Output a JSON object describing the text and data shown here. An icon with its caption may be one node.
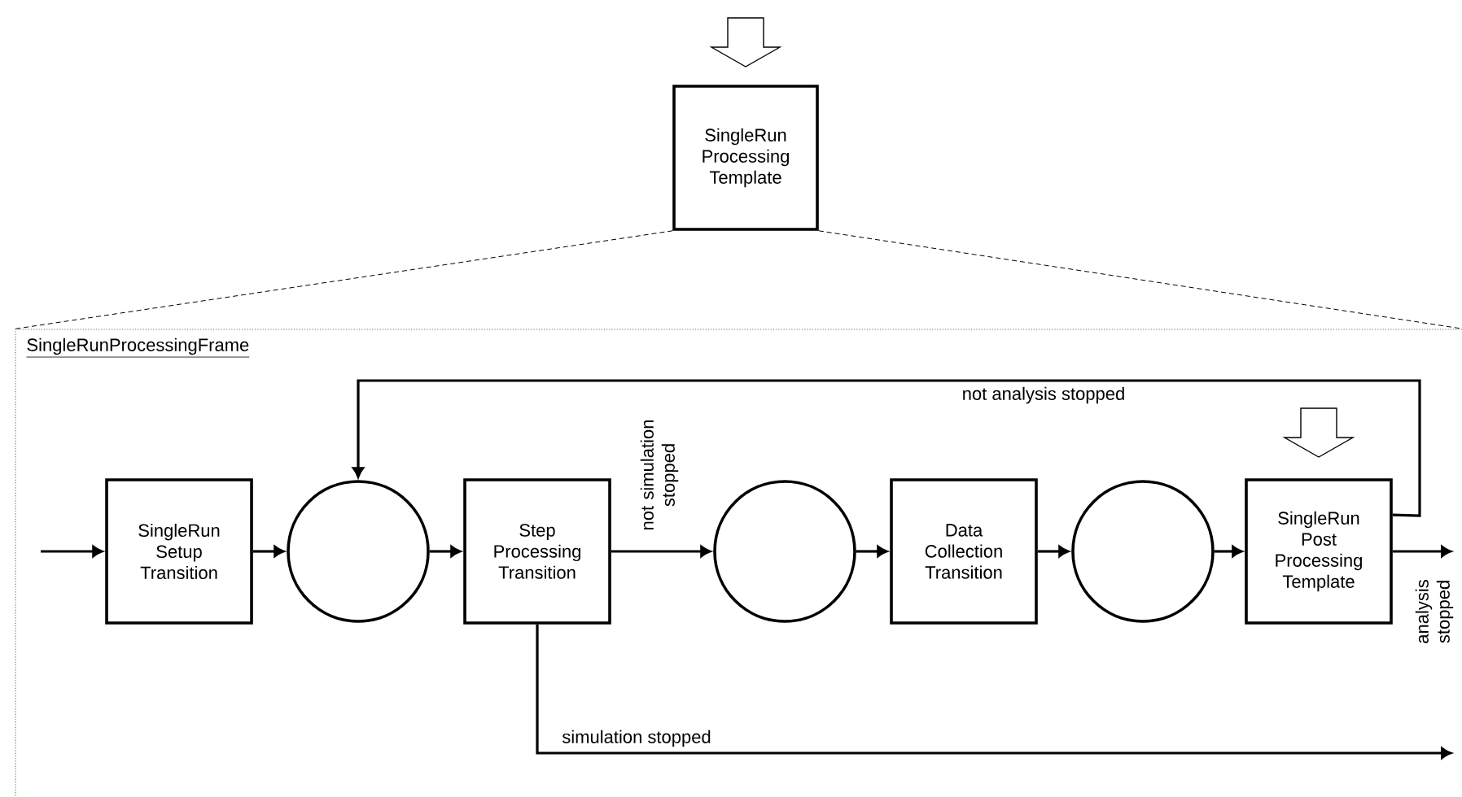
{
  "diagram": {
    "nodes": [
      {
        "text": [
          "SingleRun Processing Template"
        ]
      },
      {
        "text": [
          "SingleRunProcessingFrame"
        ]
      },
      {
        "text": [
          "SingleRun Setup Transition"
        ],
        "in": 1
      },
      {
        "text": [],
        "shape": "circle",
        "in": 1
      },
      {
        "text": [
          "Step Processing Transition"
        ],
        "in": 1
      },
      {
        "text": [],
        "shape": "circle",
        "in": 1
      },
      {
        "text": [
          "Data Collection Transition"
        ],
        "in": 1
      },
      {
        "text": [],
        "shape": "circle",
        "in": 1
      },
      {
        "text": [
          "SingleRun Post Processing Template"
        ],
        "in": 1
      }
    ],
    "edges": [
      {
        "from": null,
        "to": 2,
        "arrow": "to"
      },
      {
        "from": 2,
        "to": 3,
        "arrow": "to"
      },
      {
        "from": 3,
        "to": 4,
        "arrow": "to"
      },
      {
        "from": 4,
        "to": 5,
        "arrow": "to",
        "label": "not simulation stopped"
      },
      {
        "from": 5,
        "to": 6,
        "arrow": "to"
      },
      {
        "from": 6,
        "to": 7,
        "arrow": "to"
      },
      {
        "from": 7,
        "to": 8,
        "arrow": "to"
      },
      {
        "from": 8,
        "to": 3,
        "arrow": "to",
        "label": "not analysis stopped"
      },
      {
        "from": 8,
        "to": null,
        "arrow": "to",
        "label": "analysis stopped"
      },
      {
        "from": 4,
        "to": null,
        "arrow": "to",
        "label": "simulation stopped"
      },
      {
        "from": 0,
        "to": 1,
        "arrow": "none",
        "style": "dashed"
      },
      {
        "from": 0,
        "to": 1,
        "arrow": "none",
        "style": "dashed"
      }
    ]
  }
}
